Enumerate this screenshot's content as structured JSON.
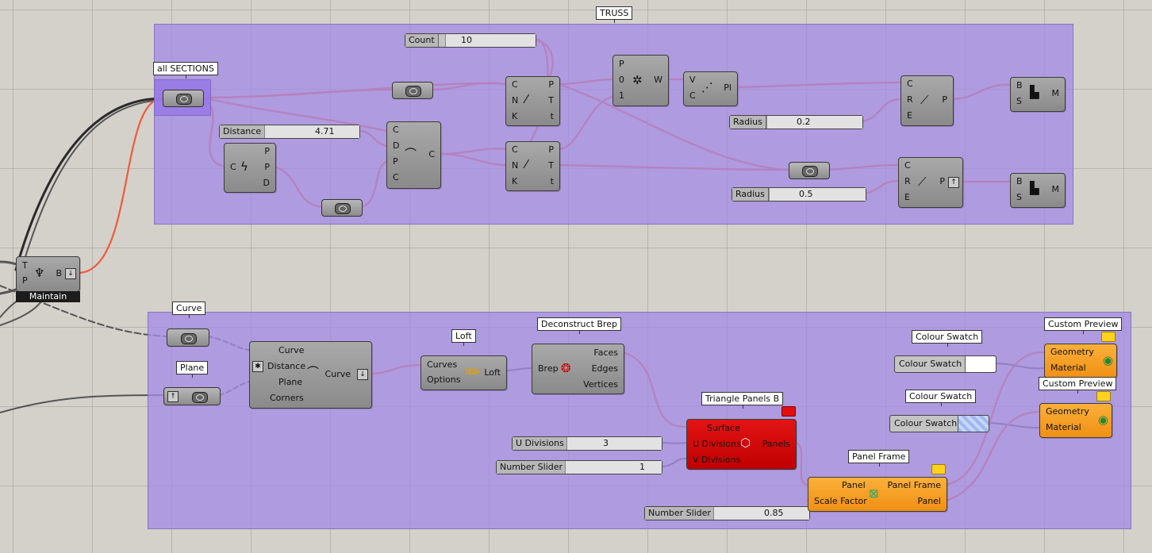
{
  "groups": {
    "truss": {
      "label": "TRUSS",
      "sections_label": "all SECTIONS"
    },
    "bottom": {
      "curve_label": "Curve",
      "plane_label": "Plane"
    }
  },
  "maintain": {
    "label": "Maintain",
    "in_t": "T",
    "in_p": "P",
    "out_b": "B"
  },
  "truss": {
    "count": {
      "label": "Count",
      "value": "10"
    },
    "distance": {
      "label": "Distance",
      "value": "4.71"
    },
    "radius1": {
      "label": "Radius",
      "value": "0.2"
    },
    "radius2": {
      "label": "Radius",
      "value": "0.5"
    },
    "eval_curve": {
      "in": [
        "C"
      ],
      "out": [
        "P",
        "P",
        "D"
      ]
    },
    "offset": {
      "in": [
        "C",
        "D",
        "P",
        "C"
      ],
      "out": "C"
    },
    "divide1": {
      "in": [
        "C",
        "N",
        "K"
      ],
      "out": [
        "P",
        "T",
        "t"
      ]
    },
    "divide2": {
      "in": [
        "C",
        "N",
        "K"
      ],
      "out": [
        "P",
        "T",
        "t"
      ]
    },
    "weave": {
      "in": [
        "P",
        "0",
        "1"
      ],
      "out": "W"
    },
    "polyline": {
      "in": [
        "V",
        "C"
      ],
      "out": "Pl"
    },
    "pipe1": {
      "in": [
        "C",
        "R",
        "E"
      ],
      "out": "P"
    },
    "pipe2": {
      "in": [
        "C",
        "R",
        "E"
      ],
      "out": "P"
    },
    "mesh1": {
      "in": [
        "B",
        "S"
      ],
      "out": "M"
    },
    "mesh2": {
      "in": [
        "B",
        "S"
      ],
      "out": "M"
    }
  },
  "bottom": {
    "offset_curve": {
      "inputs": [
        "Curve",
        "Distance",
        "Plane",
        "Corners"
      ],
      "output": "Curve"
    },
    "loft": {
      "title": "Loft",
      "inputs": [
        "Curves",
        "Options"
      ],
      "output": "Loft"
    },
    "deconstruct": {
      "title": "Deconstruct Brep",
      "input": "Brep",
      "outputs": [
        "Faces",
        "Edges",
        "Vertices"
      ]
    },
    "triangle": {
      "title": "Triangle Panels B",
      "inputs": [
        "Surface",
        "U Divisions",
        "V Divisions"
      ],
      "output": "Panels"
    },
    "u_div": {
      "label": "U Divisions",
      "value": "3"
    },
    "number_slider1": {
      "label": "Number Slider",
      "value": "1"
    },
    "number_slider2": {
      "label": "Number Slider",
      "value": "0.85"
    },
    "panel_frame": {
      "title": "Panel Frame",
      "inputs": [
        "Panel",
        "Scale Factor"
      ],
      "outputs": [
        "Panel Frame",
        "Panel"
      ]
    },
    "swatch1": {
      "title": "Colour Swatch",
      "label": "Colour Swatch",
      "color": "#ffffff"
    },
    "swatch2": {
      "title": "Colour Swatch",
      "label": "Colour Swatch",
      "color": "#9fb8f0"
    },
    "preview1": {
      "title": "Custom Preview",
      "inputs": [
        "Geometry",
        "Material"
      ]
    },
    "preview2": {
      "title": "Custom Preview",
      "inputs": [
        "Geometry",
        "Material"
      ]
    }
  },
  "colors": {
    "wire": "#f05a3c",
    "wire_dark": "#4b4b4b",
    "group": "#a48ce4",
    "error": "#d00000",
    "warning": "#f5a020"
  }
}
